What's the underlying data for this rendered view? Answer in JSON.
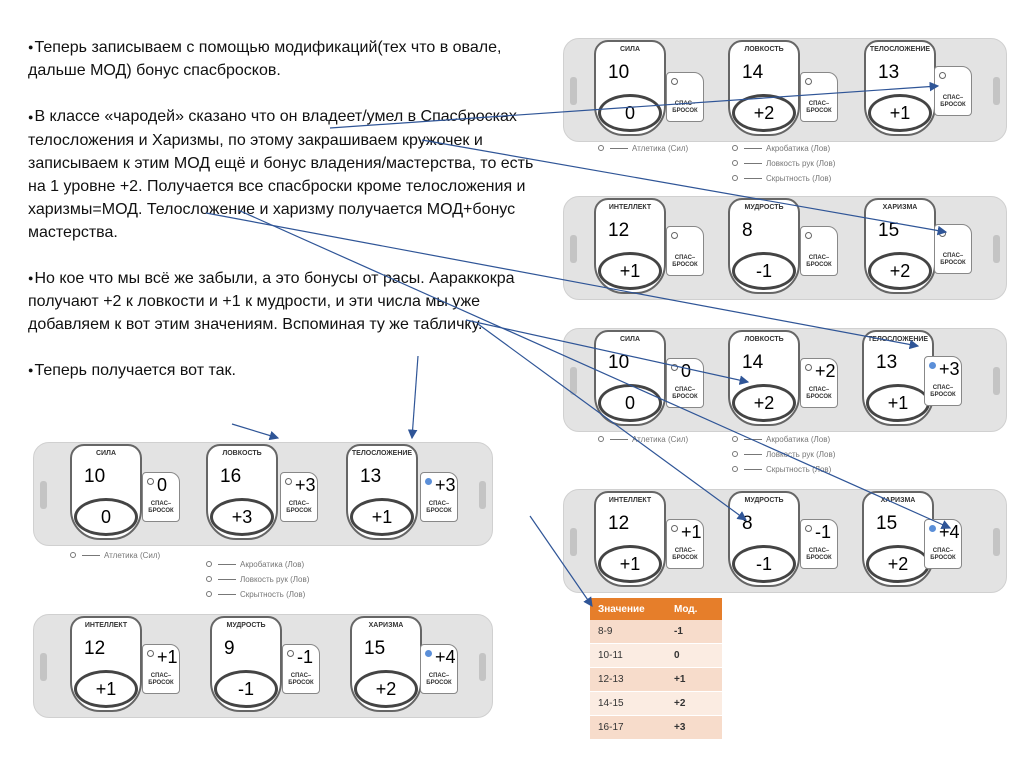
{
  "text": {
    "bullet": "●",
    "p1": "Теперь записываем с помощью модификаций(тех что в овале, дальше МОД) бонус спасбросков.",
    "p2": "В классе «чародей» сказано что он владеет/умел в Спасбросках телосложения и Харизмы, по этому закрашиваем кружочек и записываем к этим МОД ещё и бонус владения/мастерства, то есть на 1 уровне +2. Получается все спасброски кроме телосложения и харизмы=МОД. Телосложение и харизму получается МОД+бонус мастерства.",
    "p3": "Но кое что мы всё же забыли, а это бонусы от расы. Аараккокра получают +2 к ловкости и +1 к мудрости, и эти числа мы уже добавляем к вот этим значениям. Вспоминая ту же табличку.",
    "p4": "Теперь получается вот так."
  },
  "labels": {
    "str": "СИЛА",
    "dex": "ЛОВКОСТЬ",
    "con": "ТЕЛОСЛОЖЕНИЕ",
    "int": "ИНТЕЛЛЕКТ",
    "wis": "МУДРОСТЬ",
    "cha": "ХАРИЗМА",
    "save1": "СПАС–",
    "save2": "БРОСОК"
  },
  "skills": {
    "athletics": "Атлетика (Сил)",
    "acrobatics": "Акробатика (Лов)",
    "sleight": "Ловкость рук (Лов)",
    "stealth": "Скрытность (Лов)"
  },
  "panels": {
    "p1": {
      "str": {
        "score": "10",
        "mod": "0"
      },
      "dex": {
        "score": "14",
        "mod": "+2"
      },
      "con": {
        "score": "13",
        "mod": "+1"
      }
    },
    "p2": {
      "int": {
        "score": "12",
        "mod": "+1"
      },
      "wis": {
        "score": "8",
        "mod": "-1"
      },
      "cha": {
        "score": "15",
        "mod": "+2"
      }
    },
    "p3": {
      "str": {
        "score": "10",
        "mod": "0",
        "save": "0"
      },
      "dex": {
        "score": "14",
        "mod": "+2",
        "save": "+2"
      },
      "con": {
        "score": "13",
        "mod": "+1",
        "save": "+3"
      }
    },
    "p4": {
      "int": {
        "score": "12",
        "mod": "+1",
        "save": "+1"
      },
      "wis": {
        "score": "8",
        "mod": "-1",
        "save": "-1"
      },
      "cha": {
        "score": "15",
        "mod": "+2",
        "save": "+4"
      }
    },
    "p5": {
      "str": {
        "score": "10",
        "mod": "0",
        "save": "0"
      },
      "dex": {
        "score": "16",
        "mod": "+3",
        "save": "+3"
      },
      "con": {
        "score": "13",
        "mod": "+1",
        "save": "+3"
      }
    },
    "p6": {
      "int": {
        "score": "12",
        "mod": "+1",
        "save": "+1"
      },
      "wis": {
        "score": "9",
        "mod": "-1",
        "save": "-1"
      },
      "cha": {
        "score": "15",
        "mod": "+2",
        "save": "+4"
      }
    }
  },
  "table": {
    "headers": [
      "Значение",
      "Мод."
    ],
    "rows": [
      [
        "8-9",
        "-1"
      ],
      [
        "10-11",
        "0"
      ],
      [
        "12-13",
        "+1"
      ],
      [
        "14-15",
        "+2"
      ],
      [
        "16-17",
        "+3"
      ]
    ]
  },
  "colors": {
    "accent": "#e67e2a",
    "arrow": "#2f5597",
    "dot": "#5b8fd8"
  }
}
